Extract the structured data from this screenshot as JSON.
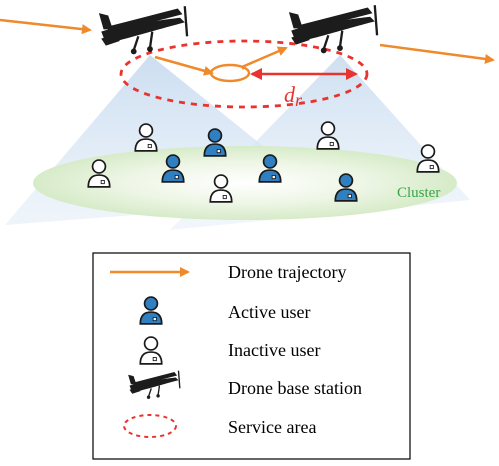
{
  "diagram": {
    "distance_label": "d",
    "distance_sub": "r",
    "cluster_label": "Cluster"
  },
  "legend": {
    "items": [
      {
        "label": "Drone trajectory",
        "icon": "orange-arrow"
      },
      {
        "label": "Active user",
        "icon": "active-user-icon"
      },
      {
        "label": "Inactive user",
        "icon": "inactive-user-icon"
      },
      {
        "label": "Drone base station",
        "icon": "drone-icon"
      },
      {
        "label": "Service area",
        "icon": "dashed-ellipse"
      }
    ]
  },
  "colors": {
    "trajectory": "#f0892a",
    "service_area": "#e8332e",
    "distance_arrow": "#e8332e",
    "active_user": "#2f7fc1",
    "cluster_text": "#3aa44a",
    "drone": "#1c1c1c"
  }
}
